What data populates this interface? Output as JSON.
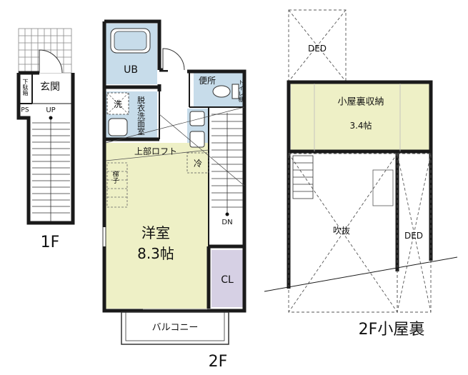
{
  "floor_labels": {
    "f1": "1F",
    "f2": "2F",
    "loft": "2F小屋裏"
  },
  "rooms": {
    "genkan": "玄関",
    "shoe_box": "下駄箱",
    "ps": "PS",
    "up_1f": "UP",
    "ub": "UB",
    "toilet": "便所",
    "toilet_shelf": "トイレ棚",
    "washing_machine": "洗",
    "dressing_room": "脱衣洗面室",
    "loft_above": "上部ロフト",
    "ladder": "梯子",
    "fridge": "冷",
    "main_room": "洋室",
    "main_room_size": "8.3帖",
    "dn": "DN",
    "closet": "CL",
    "balcony": "バルコニー",
    "attic_storage": "小屋裏収納",
    "attic_storage_size": "3.4帖",
    "void": "吹抜",
    "ded_top": "DED",
    "ded_right": "DED"
  },
  "colors": {
    "wall": "#1a1a1a",
    "bath_blue": "#c7dcea",
    "room_yellow": "#eef0c6",
    "closet_purple": "#d6d0e4",
    "dashed": "#555555"
  }
}
